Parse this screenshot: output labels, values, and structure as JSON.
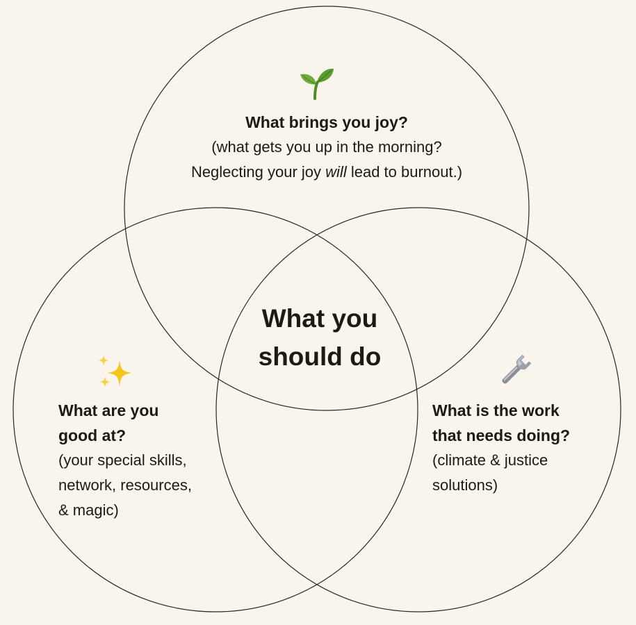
{
  "circles": {
    "joy": {
      "heading": "What brings you joy?",
      "sub_line_1": "(what gets you up in the morning?",
      "sub_line_2_before": "Neglecting your joy ",
      "sub_line_2_italic": "will",
      "sub_line_2_after": " lead to burnout.)",
      "icon": "sprout-icon"
    },
    "good_at": {
      "heading_line_1": "What are you",
      "heading_line_2": "good at?",
      "sub_line_1": "(your special skills,",
      "sub_line_2": "network, resources,",
      "sub_line_3": "& magic)",
      "icon": "sparkles-icon"
    },
    "work": {
      "heading_line_1": "What is the work",
      "heading_line_2": "that needs doing?",
      "sub_line_1": "(climate & justice",
      "sub_line_2": "solutions)",
      "icon": "wrench-icon"
    }
  },
  "center": {
    "line_1": "What you",
    "line_2": "should do"
  },
  "colors": {
    "background": "#faf5ec",
    "stroke": "#2a2622",
    "text": "#1d1a16"
  }
}
